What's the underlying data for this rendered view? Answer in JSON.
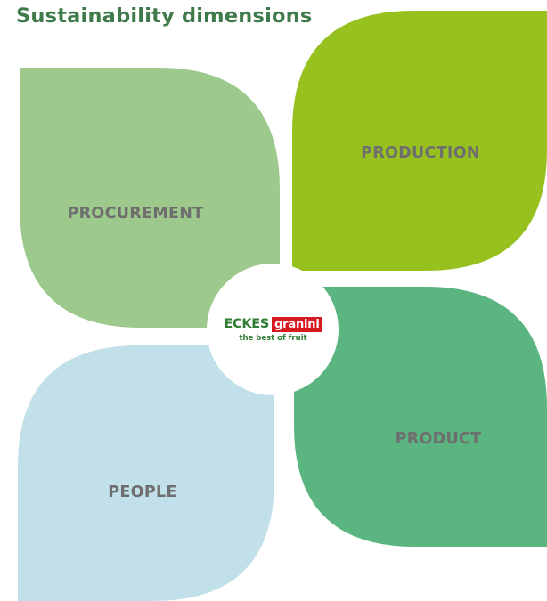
{
  "title": "Sustainability dimensions",
  "colors": {
    "title": "#3f7a4a",
    "procurement": "#9dca8c",
    "production": "#97c11f",
    "product": "#5ab581",
    "people": "#c1e0e9",
    "label": "#6e6e6e",
    "logo_green": "#2e7d32",
    "logo_red": "#d71920"
  },
  "dimensions": {
    "procurement": "PROCUREMENT",
    "production": "PRODUCTION",
    "product": "PRODUCT",
    "people": "PEOPLE"
  },
  "logo": {
    "brand_left": "ECKES",
    "brand_right": "granini",
    "tagline": "the best of fruit"
  }
}
